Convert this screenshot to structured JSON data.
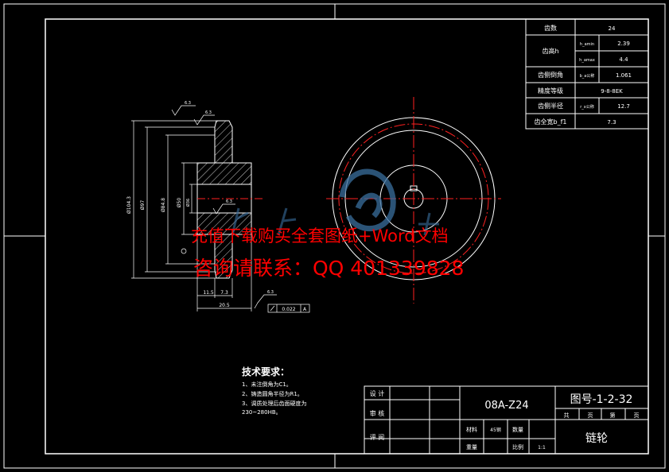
{
  "param_table": {
    "rows": [
      {
        "label": "齿数",
        "sym": "",
        "value": "24"
      },
      {
        "label": "齿高h",
        "sym": "h_amin",
        "value": "2.39"
      },
      {
        "label": "",
        "sym": "h_amax",
        "value": "4.4"
      },
      {
        "label": "齿侧倒角",
        "sym": "b_a公称",
        "value": "1.061"
      },
      {
        "label": "精度等级",
        "sym": "",
        "value": "9-8-8EK"
      },
      {
        "label": "齿侧半径",
        "sym": "r_x公称",
        "value": "12.7"
      },
      {
        "label": "齿全宽b_f1",
        "sym": "",
        "value": "7.3"
      }
    ]
  },
  "dimensions": {
    "od": "Ø104.3",
    "pitch": "Ø97",
    "root": "Ø84.8",
    "hub": "Ø50",
    "bore": "Ø36",
    "w1": "11.5",
    "w2": "7.3",
    "total": "20.5",
    "rough1": "6.3",
    "rough2": "6.3",
    "rough3": "6.3",
    "rough4": "6.3",
    "tol": "0.022",
    "datum": "A"
  },
  "watermark": {
    "line1": "充值下载购买全套图纸+Word文档",
    "line2": "咨询请联系：QQ 401339828"
  },
  "tech_req": {
    "title": "技术要求：",
    "items": [
      "1、未注倒角为C1。",
      "2、铸造圆角半径为R1。",
      "3、调质处理后齿面硬度为",
      "230~280HB。"
    ]
  },
  "title_block": {
    "design": "设 计",
    "check": "审 核",
    "review": "评 阅",
    "drawing_code": "08A-Z24",
    "drawing_no": "图号-1-2-32",
    "total": "共",
    "page_unit1": "页",
    "sheet": "第",
    "page_unit2": "页",
    "material_label": "材料",
    "material": "45钢",
    "qty_label": "数量",
    "weight_label": "重量",
    "scale_label": "比例",
    "scale": "1:1",
    "part_name": "链轮"
  },
  "colors": {
    "line": "#ffffff",
    "center": "#ff2020",
    "watermark": "#ff0000",
    "logo": "#3a6f9e"
  }
}
